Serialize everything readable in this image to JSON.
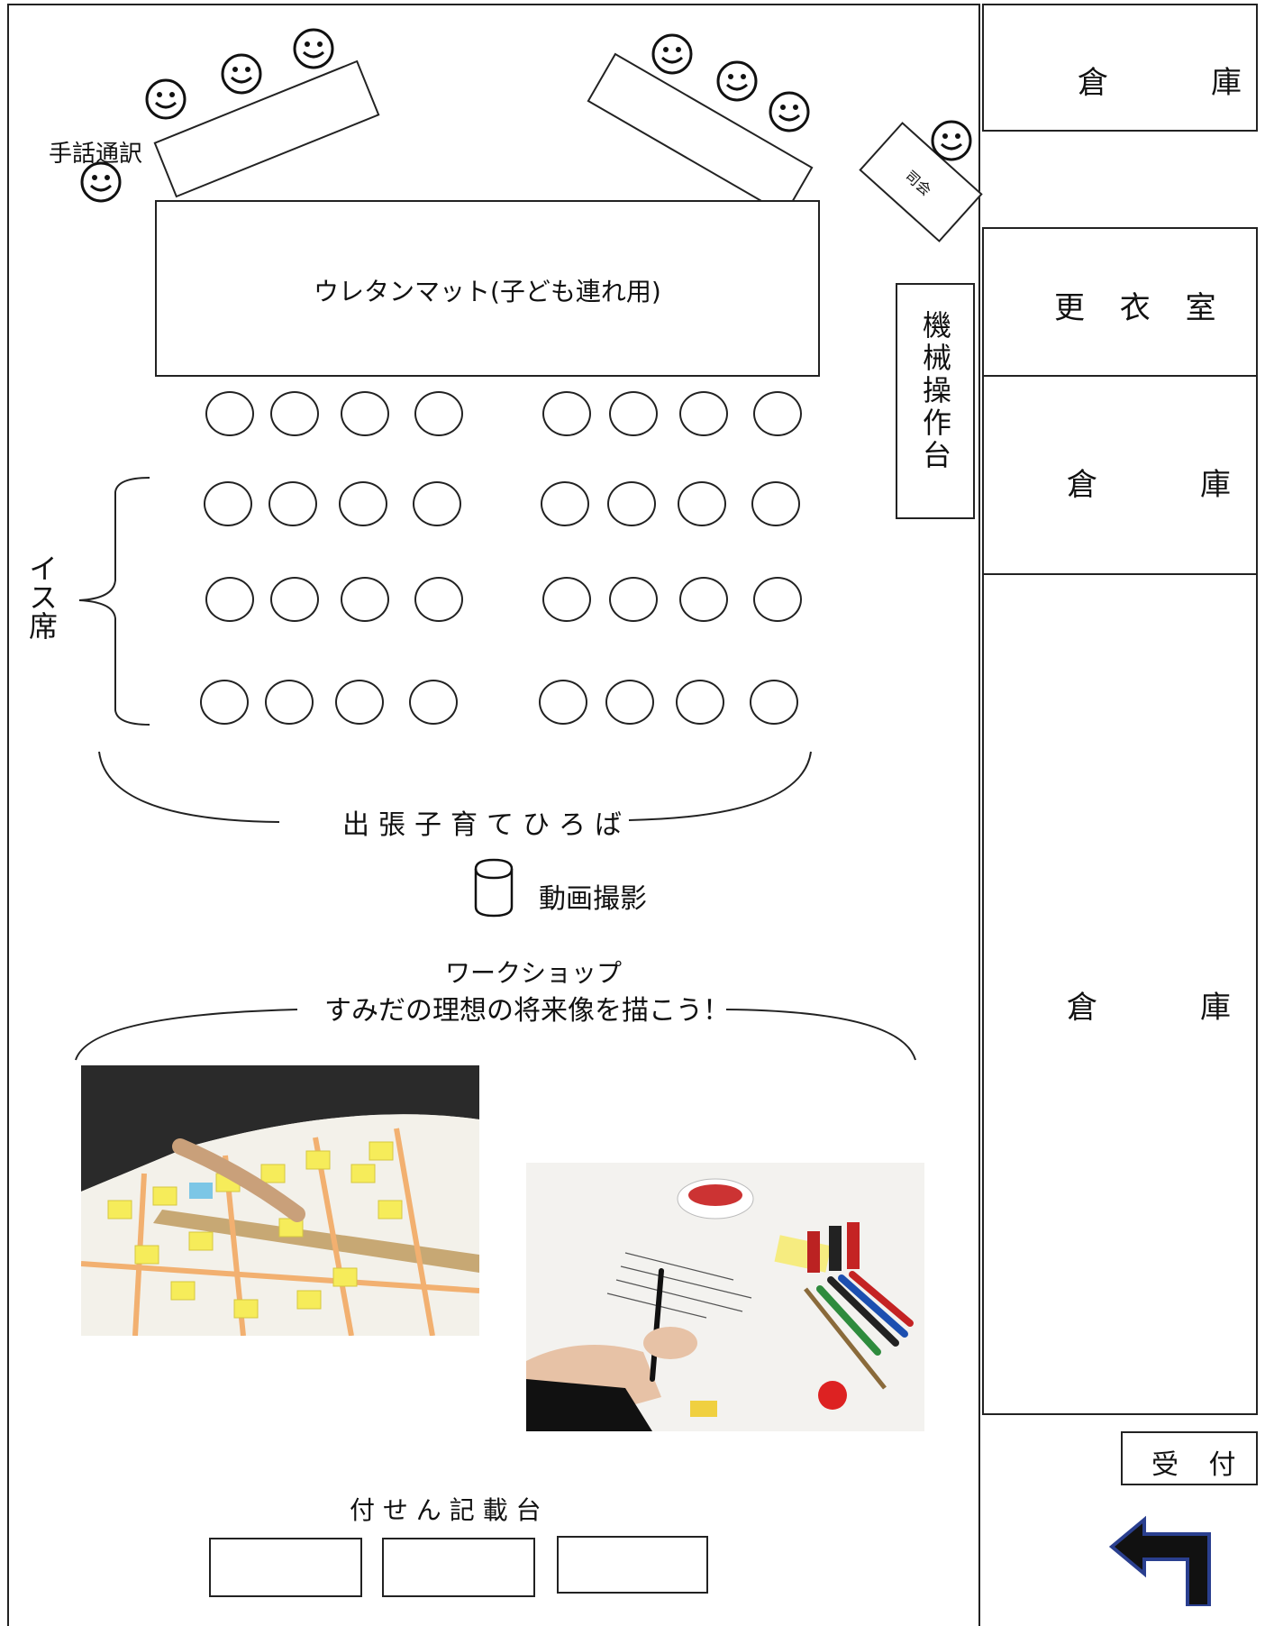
{
  "rooms": {
    "storage_top": "倉　庫",
    "changing_room": "更 衣 室",
    "storage_middle": "倉　庫",
    "storage_bottom": "倉　庫",
    "reception": "受 付"
  },
  "stage": {
    "mat_label": "ウレタンマット(子ども連れ用)",
    "sign_interpreter": "手話通訳",
    "emcee_table": "司会"
  },
  "machine_table": "機械操作台",
  "chairs": {
    "label": "イス席"
  },
  "kids_area": "出張子育てひろば",
  "camera": "動画撮影",
  "workshop": {
    "title": "ワークショップ",
    "subtitle": "すみだの理想の将来像を描こう！"
  },
  "sticky_note_table": "付 せ ん 記 載 台"
}
